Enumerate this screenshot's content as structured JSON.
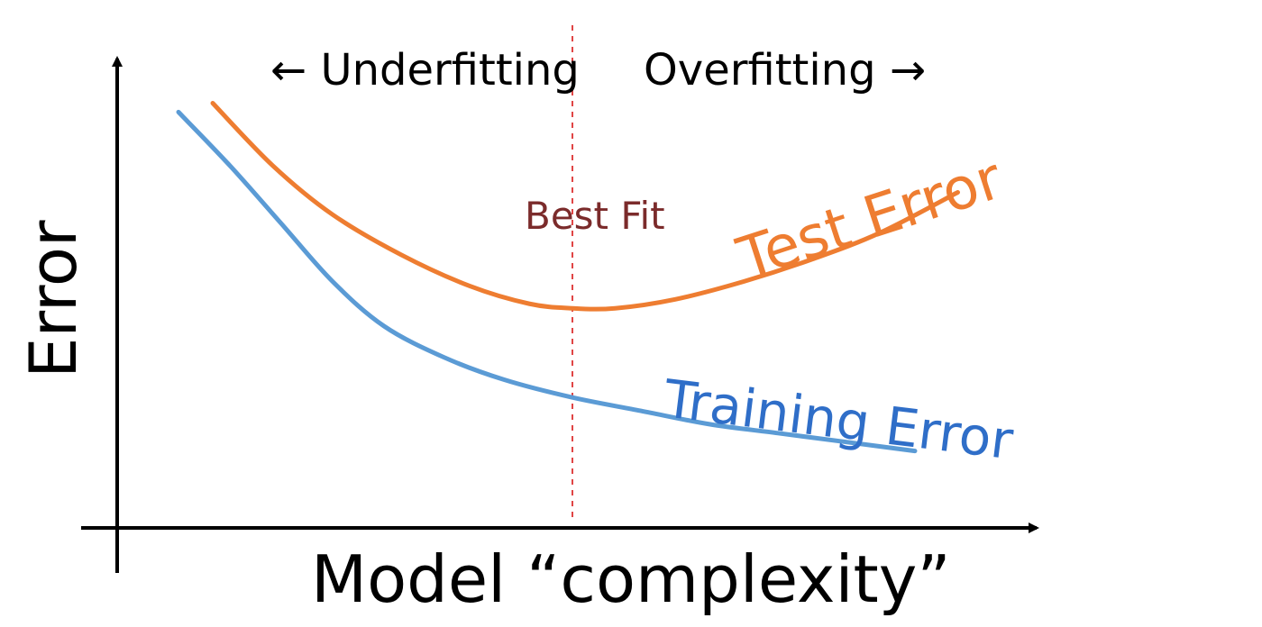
{
  "chart_data": {
    "type": "line",
    "title": "",
    "xlabel": "Model “complexity”",
    "ylabel": "Error",
    "x_axis_ticks": false,
    "y_axis_ticks": false,
    "grid": false,
    "xlim": [
      0,
      100
    ],
    "ylim": [
      0,
      100
    ],
    "series": [
      {
        "name": "Test Error",
        "color": "#ee7d31",
        "points": [
          [
            8,
            90
          ],
          [
            15,
            76
          ],
          [
            22,
            65
          ],
          [
            30,
            56
          ],
          [
            38,
            49
          ],
          [
            45,
            45
          ],
          [
            50,
            44
          ],
          [
            55,
            44
          ],
          [
            62,
            46
          ],
          [
            70,
            50
          ],
          [
            78,
            55
          ],
          [
            86,
            61
          ],
          [
            95,
            70
          ]
        ]
      },
      {
        "name": "Training Error",
        "color": "#5b9bd5",
        "points": [
          [
            4,
            88
          ],
          [
            10,
            76
          ],
          [
            16,
            63
          ],
          [
            22,
            50
          ],
          [
            28,
            40
          ],
          [
            35,
            33
          ],
          [
            42,
            28
          ],
          [
            50,
            24
          ],
          [
            58,
            21
          ],
          [
            66,
            18
          ],
          [
            74,
            16
          ],
          [
            82,
            14
          ],
          [
            90,
            12
          ]
        ]
      }
    ],
    "reference_line": {
      "x": 50,
      "label": "Best Fit",
      "color": "#e04545",
      "style": "dashed"
    },
    "annotations": {
      "underfitting": "← Underfitting",
      "overfitting": "Overfitting →",
      "best_fit": "Best Fit",
      "test_error": "Test Error",
      "training_error": "Training Error"
    },
    "colors": {
      "axis": "#000000",
      "best_fit_text": "#7b2b2b",
      "test_error_text": "#ee7d31",
      "training_error_text": "#2f6ec8"
    }
  }
}
